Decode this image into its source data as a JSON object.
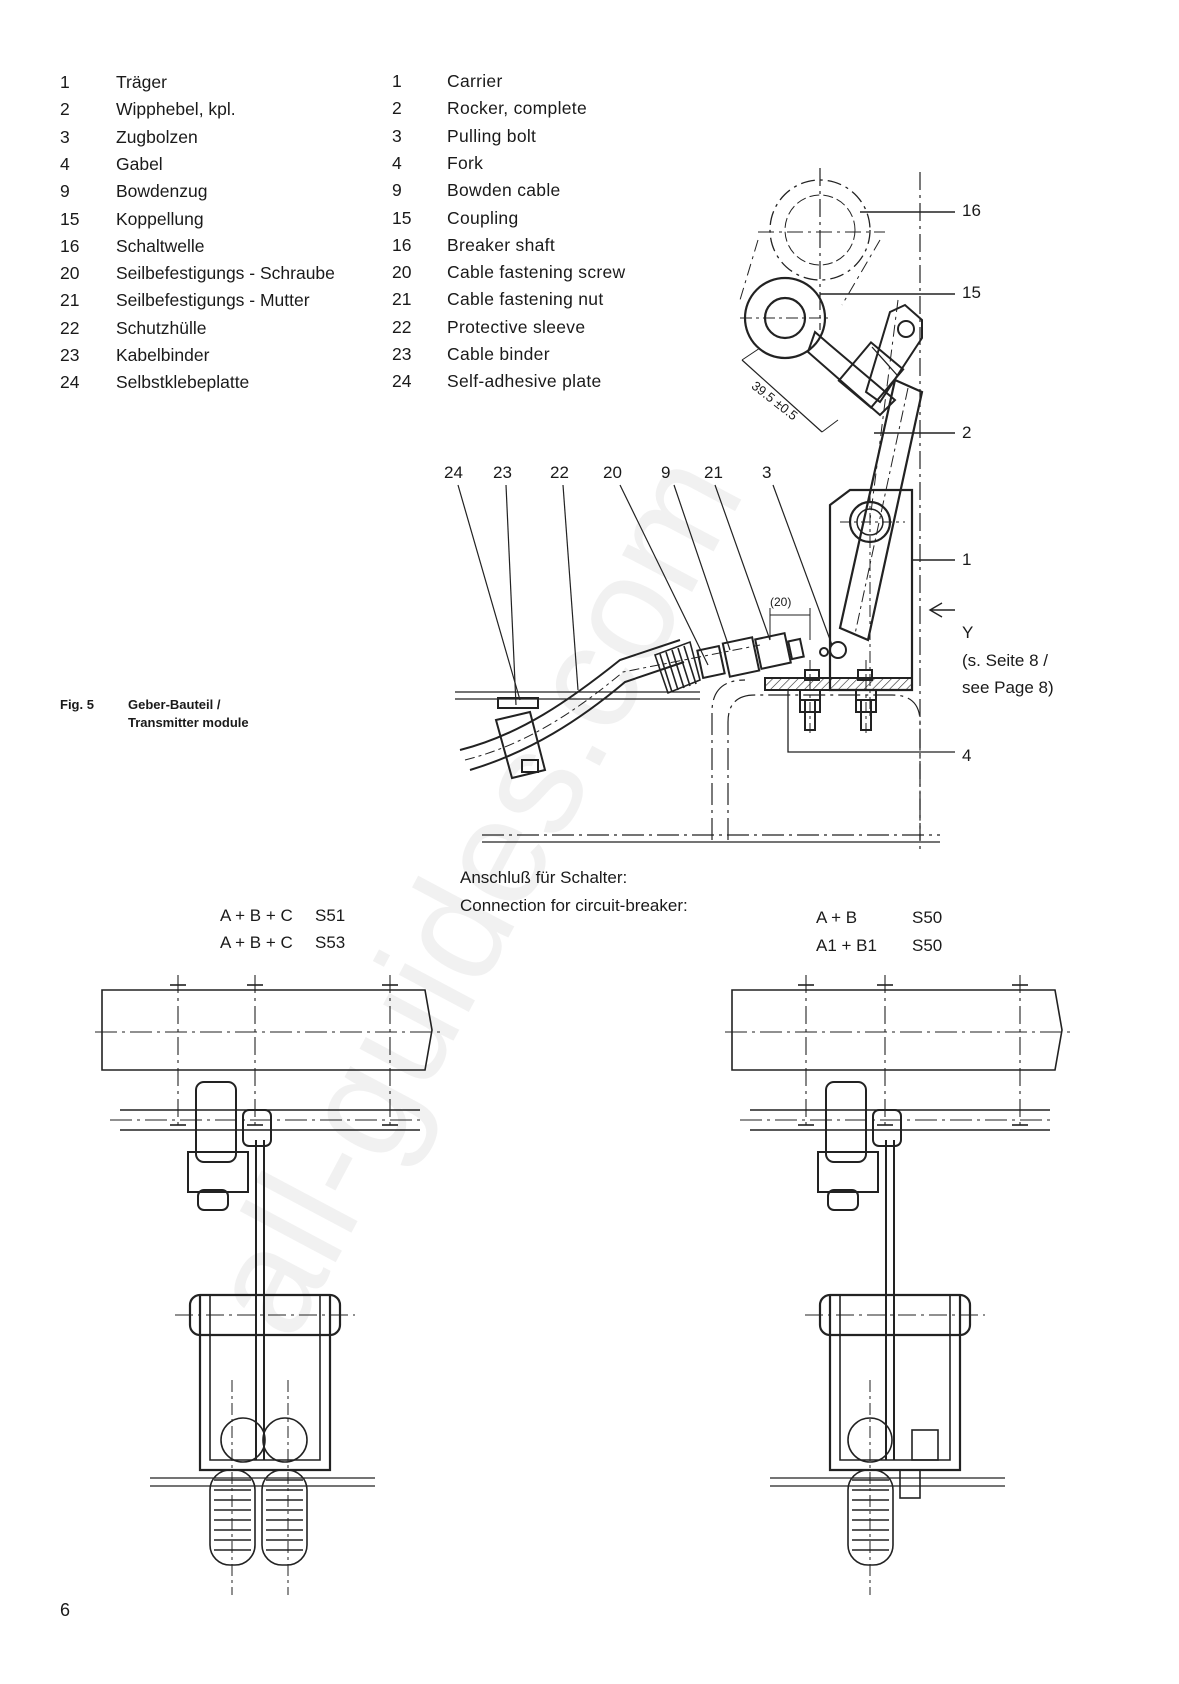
{
  "parts_de": [
    {
      "num": "1",
      "text": "Träger"
    },
    {
      "num": "2",
      "text": "Wipphebel, kpl."
    },
    {
      "num": "3",
      "text": "Zugbolzen"
    },
    {
      "num": "4",
      "text": "Gabel"
    },
    {
      "num": "9",
      "text": "Bowdenzug"
    },
    {
      "num": "15",
      "text": "Koppellung"
    },
    {
      "num": "16",
      "text": "Schaltwelle"
    },
    {
      "num": "20",
      "text": "Seilbefestigungs - Schraube"
    },
    {
      "num": "21",
      "text": "Seilbefestigungs - Mutter"
    },
    {
      "num": "22",
      "text": "Schutzhülle"
    },
    {
      "num": "23",
      "text": "Kabelbinder"
    },
    {
      "num": "24",
      "text": "Selbstklebeplatte"
    }
  ],
  "parts_en": [
    {
      "num": "1",
      "text": "Carrier"
    },
    {
      "num": "2",
      "text": "Rocker, complete"
    },
    {
      "num": "3",
      "text": "Pulling bolt"
    },
    {
      "num": "4",
      "text": "Fork"
    },
    {
      "num": "9",
      "text": "Bowden cable"
    },
    {
      "num": "15",
      "text": "Coupling"
    },
    {
      "num": "16",
      "text": "Breaker shaft"
    },
    {
      "num": "20",
      "text": "Cable fastening screw"
    },
    {
      "num": "21",
      "text": "Cable fastening nut"
    },
    {
      "num": "22",
      "text": "Protective sleeve"
    },
    {
      "num": "23",
      "text": "Cable binder"
    },
    {
      "num": "24",
      "text": "Self-adhesive plate"
    }
  ],
  "figure": {
    "label": "Fig. 5",
    "title_line1": "Geber-Bauteil /",
    "title_line2": "Transmitter module"
  },
  "callouts": {
    "top_row": [
      "24",
      "23",
      "22",
      "20",
      "9",
      "21",
      "3"
    ],
    "right": {
      "c16": "16",
      "c15": "15",
      "c2": "2",
      "c1": "1",
      "c4": "4"
    },
    "dimension": "39.5 ±0.5",
    "gap": "(20)",
    "view": "Y",
    "view_ref_1": "(s. Seite 8 /",
    "view_ref_2": "see Page 8)"
  },
  "connection": {
    "de": "Anschluß für Schalter:",
    "en": "Connection for circuit-breaker:"
  },
  "left_variant": {
    "l1": "A + B + C",
    "v1": "S51",
    "l2": "A + B + C",
    "v2": "S53"
  },
  "right_variant": {
    "l1": "A + B",
    "v1": "S50",
    "l2": "A1 + B1",
    "v2": "S50"
  },
  "page_number": "6",
  "watermark": "all-guides.com"
}
